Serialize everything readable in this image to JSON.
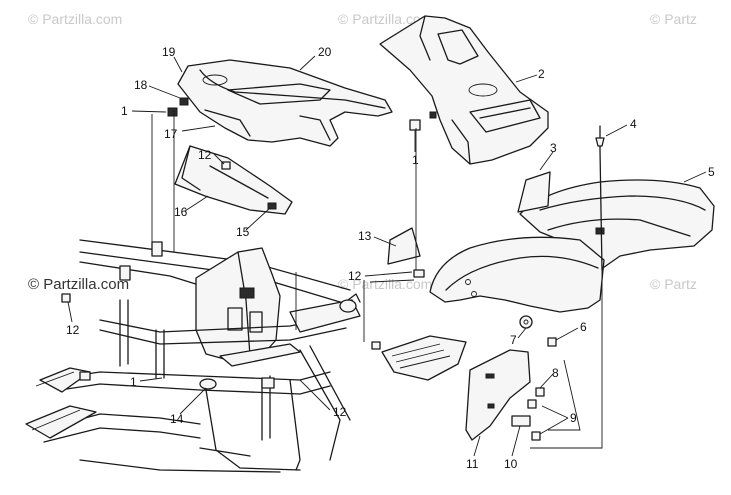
{
  "watermarks": {
    "top_left": "© Partzilla.com",
    "top_center": "© Partzilla.com",
    "top_right": "© Partz",
    "mid_left": "© Partzilla.com",
    "mid_center": "© Partzilla.com",
    "mid_right": "© Partz"
  },
  "callouts": {
    "c1a": "1",
    "c1b": "1",
    "c1c": "1",
    "c2": "2",
    "c3": "3",
    "c4": "4",
    "c5": "5",
    "c6": "6",
    "c7": "7",
    "c8": "8",
    "c9": "9",
    "c10": "10",
    "c11": "11",
    "c12a": "12",
    "c12b": "12",
    "c12c": "12",
    "c12d": "12",
    "c13": "13",
    "c14": "14",
    "c15": "15",
    "c16": "16",
    "c17": "17",
    "c18": "18",
    "c19": "19",
    "c20": "20"
  }
}
